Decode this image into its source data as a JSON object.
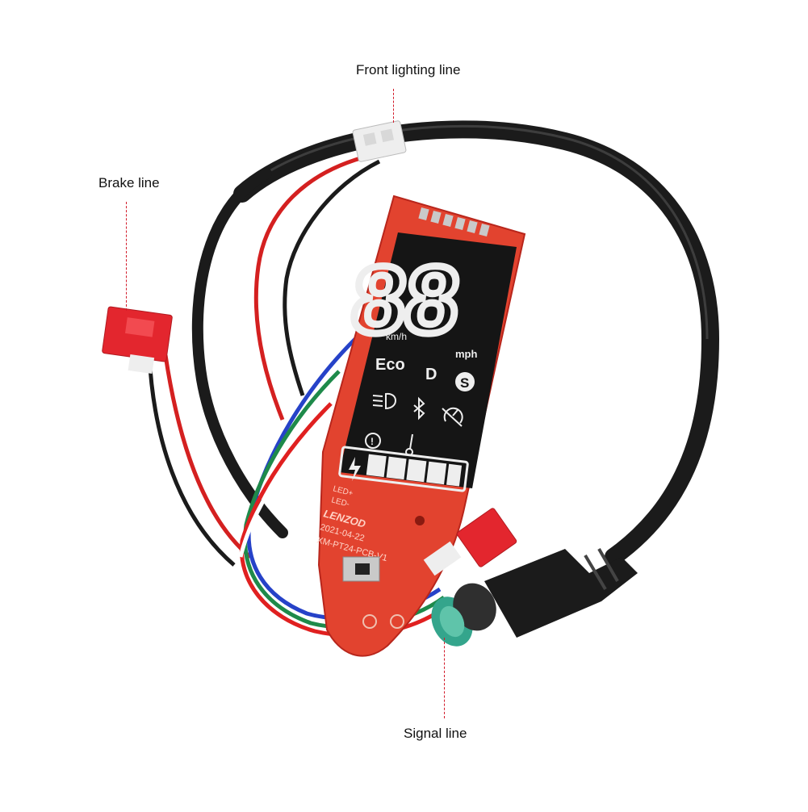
{
  "callouts": {
    "front_lighting": "Front lighting line",
    "brake": "Brake line",
    "signal": "Signal line"
  },
  "display": {
    "speed_digits": "88",
    "unit_kmh": "km/h",
    "unit_mph": "mph",
    "mode_eco": "Eco",
    "mode_d": "D",
    "mode_s": "S",
    "battery_segments": 5
  },
  "board": {
    "brand": "LENZOD",
    "date": "2021-04-22",
    "model": "XM-PT24-PCB-V1",
    "led_labels": [
      "LED+",
      "LED-"
    ]
  },
  "colors": {
    "pcb": "#e2432f",
    "pcb_dark": "#b8261c",
    "display_face": "#151515",
    "cable": "#1b1b1b",
    "connector_red": "#e3262e",
    "connector_white": "#eeeeee",
    "connector_teal": "#34a58c",
    "wire_blue": "#2642c8",
    "wire_green": "#1e8a4a",
    "wire_red": "#e02020"
  },
  "icons": [
    "headlight-icon",
    "bluetooth-icon",
    "speedometer-icon",
    "warning-icon",
    "thermometer-icon",
    "battery-icon",
    "lightning-icon"
  ]
}
